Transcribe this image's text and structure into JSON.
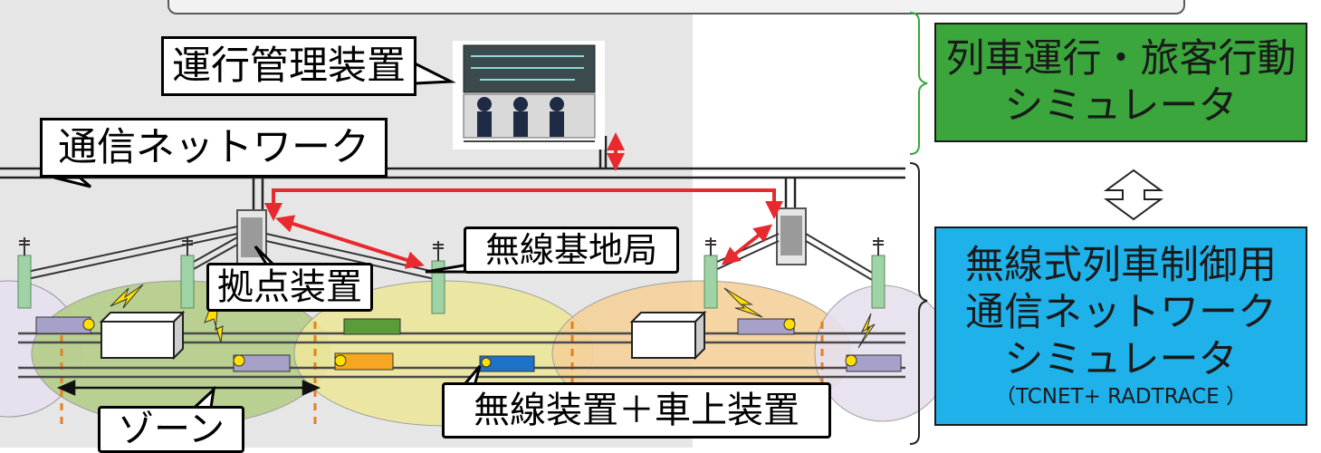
{
  "labels": {
    "operation_control": "運行管理装置",
    "comm_network": "通信ネットワーク",
    "base_station": "無線基地局",
    "hub_device": "拠点装置",
    "wireless_onboard": "無線装置＋車上装置",
    "zone": "ゾーン"
  },
  "simulators": {
    "train_passenger": {
      "line1": "列車運行・旅客行動",
      "line2": "シミュレータ",
      "color": "#3aa63c"
    },
    "wireless_network": {
      "line1": "無線式列車制御用",
      "line2": "通信ネットワーク",
      "line3": "シミュレータ",
      "line4": "（TCNET+ RADTRACE ）",
      "color": "#1fb2ea"
    }
  },
  "colors": {
    "link": "#e8292e",
    "zone_green": "#b7cf8e",
    "zone_yellow": "#ece79a",
    "zone_orange": "#f4d19a",
    "zone_lilac": "#e7e0ee",
    "bracket_green": "#3aa63c"
  }
}
